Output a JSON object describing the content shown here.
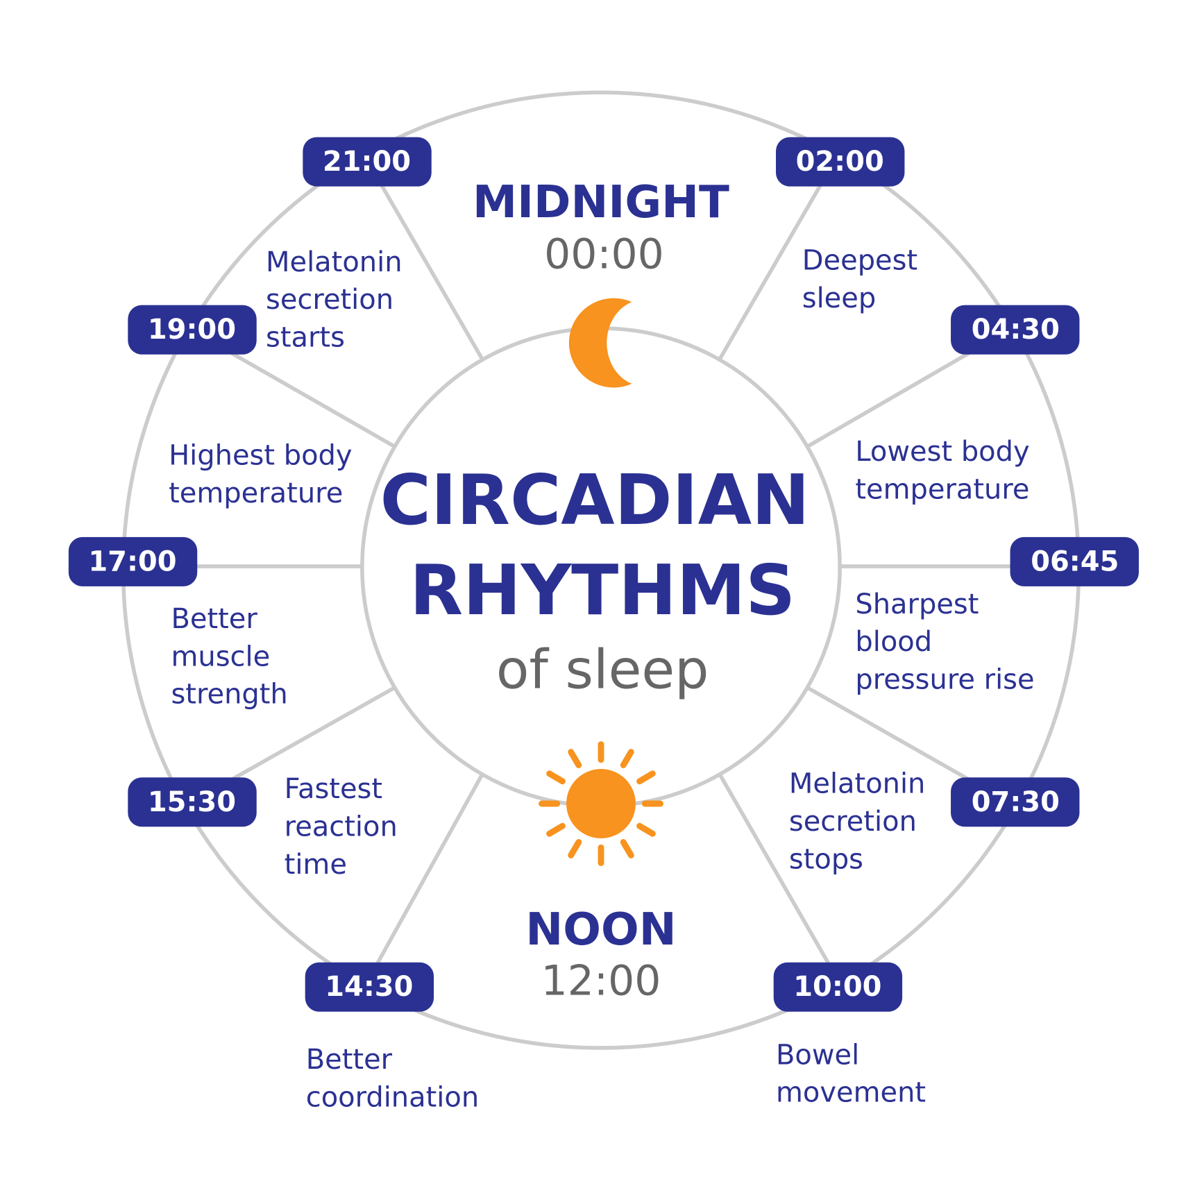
{
  "title": {
    "line1": "CIRCADIAN",
    "line2": "RHYTHMS",
    "line3": "of sleep"
  },
  "midnight": {
    "label": "MIDNIGHT",
    "time": "00:00",
    "icon": "moon-icon"
  },
  "noon": {
    "label": "NOON",
    "time": "12:00",
    "icon": "sun-icon"
  },
  "colors": {
    "primary": "#2b3192",
    "accent": "#f7931e",
    "ring": "#cccccc",
    "gray_text": "#666666"
  },
  "events": [
    {
      "time": "02:00",
      "label_lines": [
        "Deepest",
        "sleep"
      ]
    },
    {
      "time": "04:30",
      "label_lines": [
        "Lowest body",
        "temperature"
      ]
    },
    {
      "time": "06:45",
      "label_lines": [
        "Sharpest",
        "blood",
        "pressure rise"
      ]
    },
    {
      "time": "07:30",
      "label_lines": [
        "Melatonin",
        "secretion",
        "stops"
      ]
    },
    {
      "time": "10:00",
      "label_lines": [
        "Bowel",
        "movement"
      ]
    },
    {
      "time": "14:30",
      "label_lines": [
        "Better",
        "coordination"
      ]
    },
    {
      "time": "15:30",
      "label_lines": [
        "Fastest",
        "reaction",
        "time"
      ]
    },
    {
      "time": "17:00",
      "label_lines": [
        "Better",
        "muscle",
        "strength"
      ]
    },
    {
      "time": "19:00",
      "label_lines": [
        "Highest body",
        "temperature"
      ]
    },
    {
      "time": "21:00",
      "label_lines": [
        "Melatonin",
        "secretion",
        "starts"
      ]
    }
  ]
}
